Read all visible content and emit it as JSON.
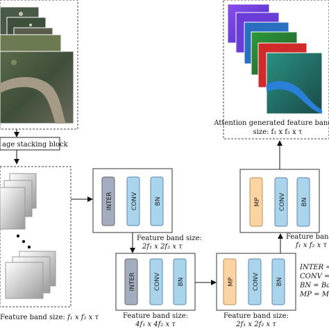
{
  "input": {
    "stacking_label": "age stacking block",
    "band_label_prefix": "Feature band size: ",
    "band_label_math": "f₁ x f₂ x τ"
  },
  "block1": {
    "layers": [
      "INTER",
      "CONV",
      "BN"
    ],
    "band_label_line1": "Feature band size:",
    "band_label_line2": "2f₁ x 2f₂ x τ"
  },
  "block2": {
    "layers": [
      "INTER",
      "CONV",
      "BN"
    ],
    "band_label_line1": "Feature band size:",
    "band_label_line2": "4f₁ x 4f₂ x τ"
  },
  "block3": {
    "layers": [
      "MP",
      "CONV",
      "BN"
    ],
    "band_label_line1": "Feature band size:",
    "band_label_line2": "2f₁ x 2f₂ x τ"
  },
  "block4": {
    "layers": [
      "MP",
      "CONV",
      "BN"
    ],
    "band_label_line1": "Feature band size:",
    "band_label_line2": "f₁ x f₂ x τ"
  },
  "output": {
    "caption_line1": "Attention generated feature band of",
    "caption_line2": "size: f₁ x f₂ x τ"
  },
  "legend": {
    "items": [
      "INTER =",
      "CONV = (",
      "BN = Bat",
      "MP = Ma:"
    ]
  },
  "colors": {
    "inter": "#a3adbf",
    "conv": "#a9d4ec",
    "bn": "#a9d4ec",
    "mp": "#fcd4a4",
    "border": "#333333"
  }
}
